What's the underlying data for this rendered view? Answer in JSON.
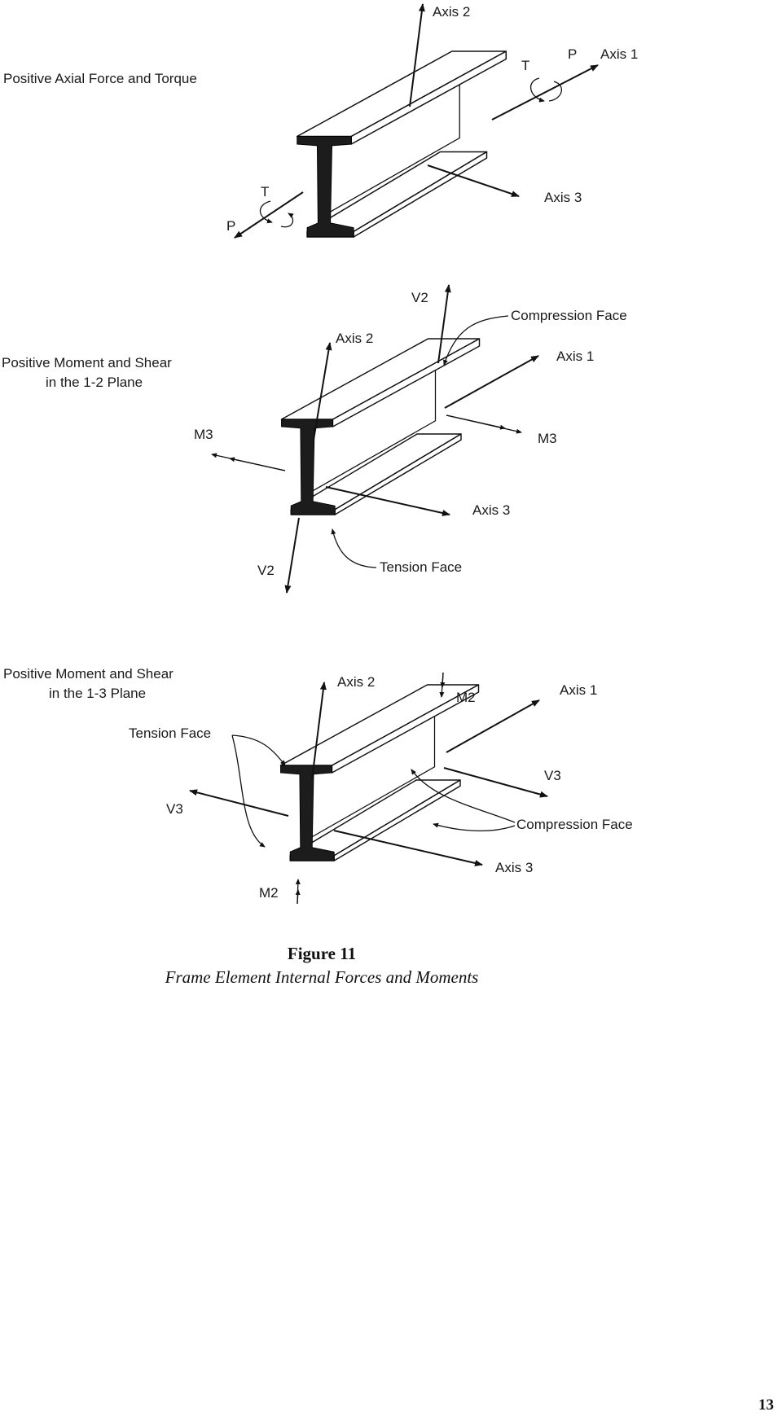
{
  "panels": {
    "axial": {
      "title": "Positive Axial Force and Torque",
      "axis1": "Axis 1",
      "axis2": "Axis 2",
      "axis3": "Axis 3",
      "p_top": "P",
      "t_top": "T",
      "p_bottom": "P",
      "t_bottom": "T"
    },
    "plane12": {
      "title_line1": "Positive Moment and Shear",
      "title_line2": "in the 1-2 Plane",
      "axis1": "Axis 1",
      "axis2": "Axis 2",
      "axis3": "Axis 3",
      "v2_top": "V2",
      "v2_bottom": "V2",
      "m3_left": "M3",
      "m3_right": "M3",
      "compression_face": "Compression Face",
      "tension_face": "Tension Face"
    },
    "plane13": {
      "title_line1": "Positive Moment and Shear",
      "title_line2": "in the 1-3 Plane",
      "axis1": "Axis 1",
      "axis2": "Axis 2",
      "axis3": "Axis 3",
      "m2_top": "M2",
      "m2_bottom": "M2",
      "v3_left": "V3",
      "v3_right": "V3",
      "tension_face": "Tension Face",
      "compression_face": "Compression Face"
    }
  },
  "caption": {
    "number": "Figure 11",
    "title": "Frame Element Internal Forces and Moments"
  },
  "page_number": "13"
}
